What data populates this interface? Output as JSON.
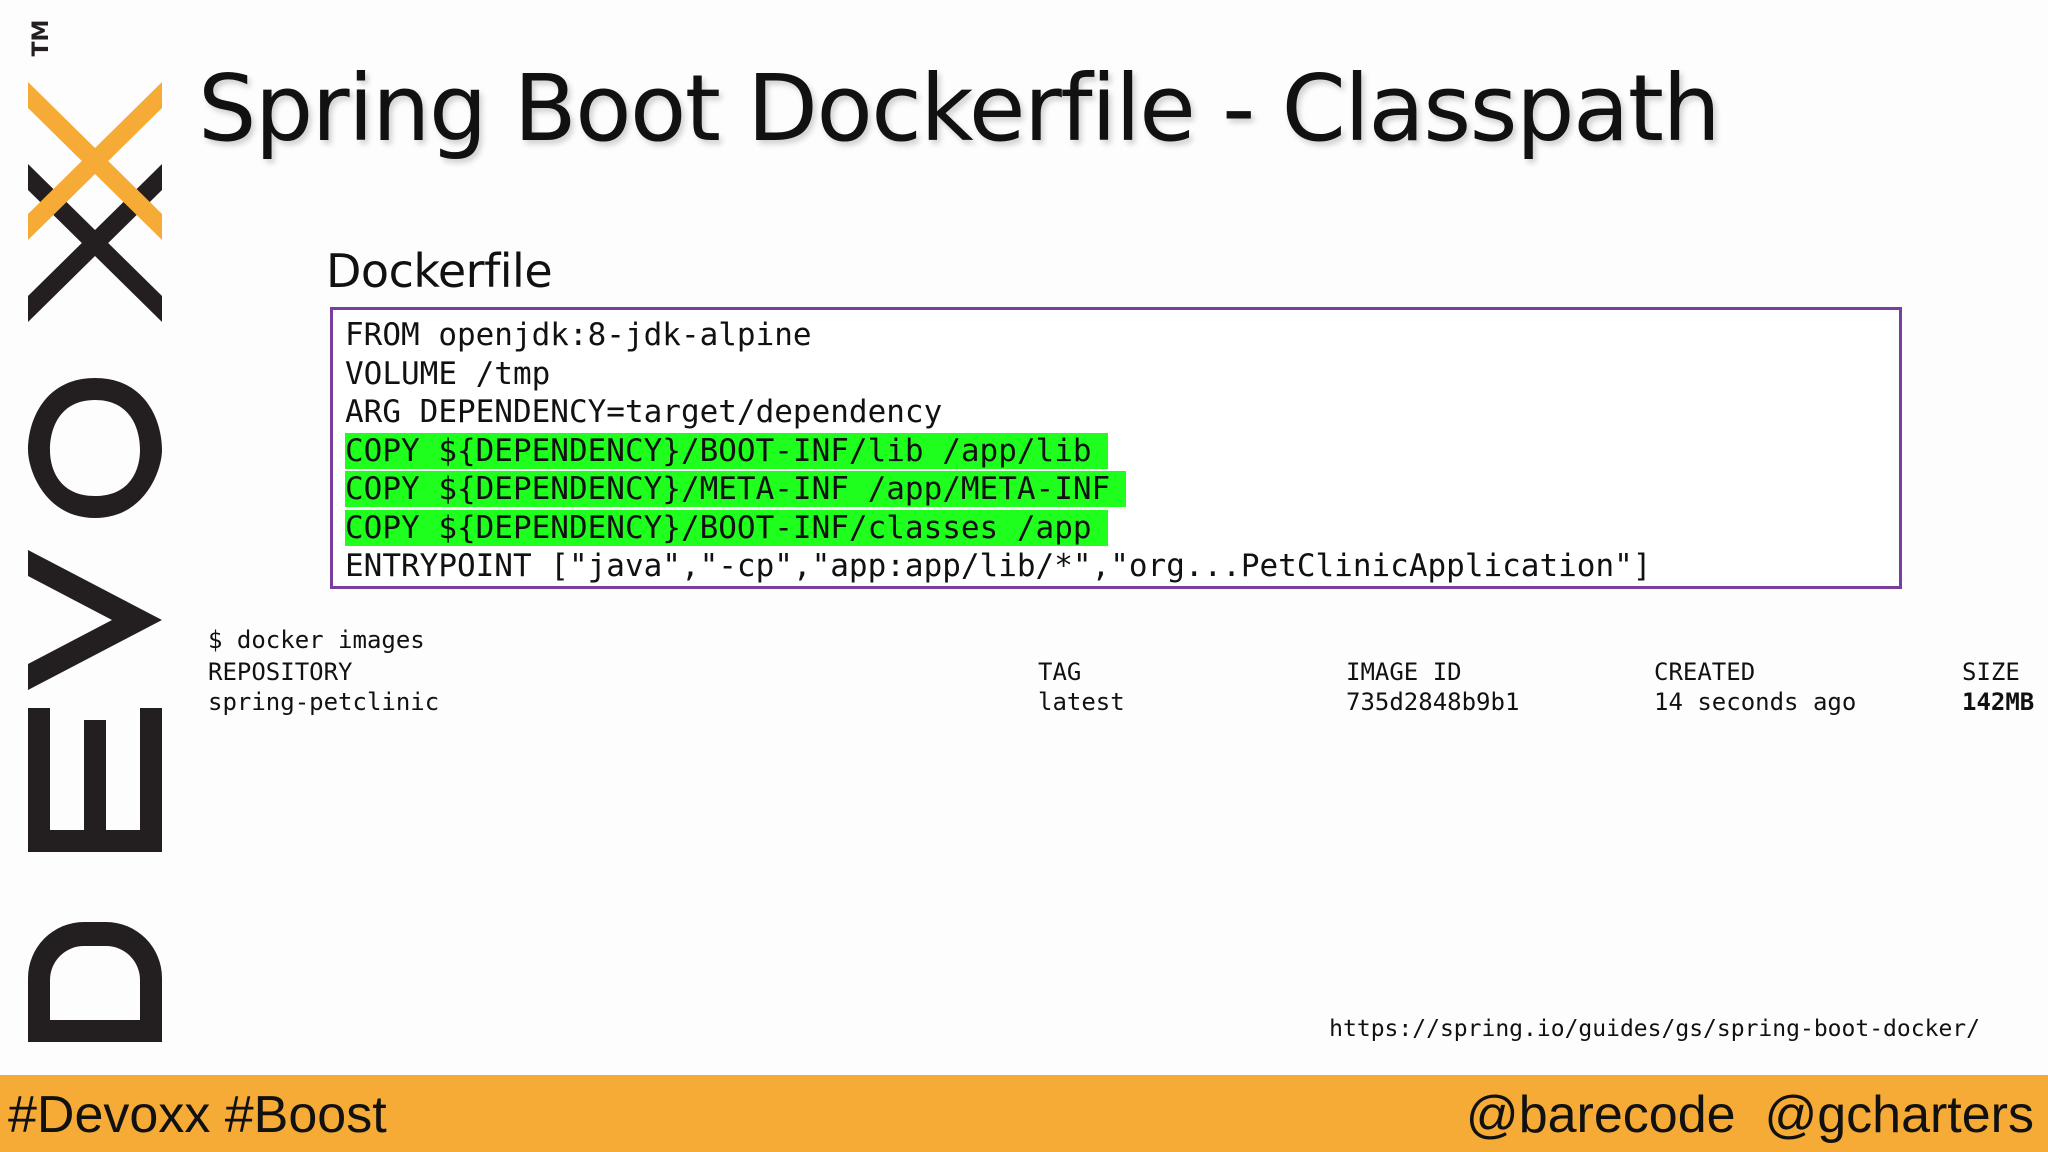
{
  "brand": {
    "logo_text": "DEVOXX",
    "trademark": "TM",
    "colors": {
      "orange": "#f5ab35",
      "dark": "#231f20"
    }
  },
  "slide": {
    "title": "Spring Boot Dockerfile - Classpath",
    "section_label": "Dockerfile"
  },
  "dockerfile": {
    "lines": [
      {
        "text": "FROM openjdk:8-jdk-alpine",
        "highlighted": false
      },
      {
        "text": "VOLUME /tmp",
        "highlighted": false
      },
      {
        "text": "ARG DEPENDENCY=target/dependency",
        "highlighted": false
      },
      {
        "text": "COPY ${DEPENDENCY}/BOOT-INF/lib /app/lib",
        "highlighted": true
      },
      {
        "text": "COPY ${DEPENDENCY}/META-INF /app/META-INF",
        "highlighted": true
      },
      {
        "text": "COPY ${DEPENDENCY}/BOOT-INF/classes /app",
        "highlighted": true
      },
      {
        "text": "ENTRYPOINT [\"java\",\"-cp\",\"app:app/lib/*\",\"org...PetClinicApplication\"]",
        "highlighted": false
      }
    ],
    "border_color": "#7a3f9e",
    "highlight_color": "#1eff1e"
  },
  "terminal": {
    "command": "$ docker images",
    "headers": [
      "REPOSITORY",
      "TAG",
      "IMAGE ID",
      "CREATED",
      "SIZE"
    ],
    "row": {
      "repository": "spring-petclinic",
      "tag": "latest",
      "image_id": "735d2848b9b1",
      "created": "14 seconds ago",
      "size": "142MB"
    }
  },
  "link": {
    "url": "https://spring.io/guides/gs/spring-boot-docker/"
  },
  "footer": {
    "hashtags": "#Devoxx #Boost",
    "handles": "@barecode  @gcharters"
  }
}
